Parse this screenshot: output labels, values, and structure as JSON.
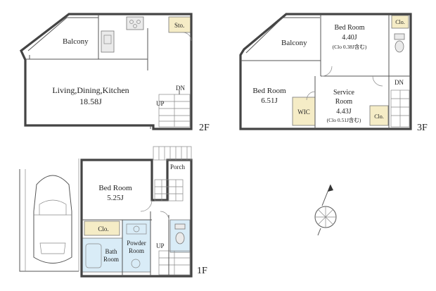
{
  "floors": {
    "f2": {
      "label": "2F",
      "rooms": {
        "balcony": "Balcony",
        "ldk": "Living,Dining,Kitchen",
        "ldk_size": "18.58J",
        "storage": "Sto.",
        "up": "UP",
        "dn": "DN"
      }
    },
    "f3": {
      "label": "3F",
      "rooms": {
        "balcony": "Balcony",
        "bedroom_a": "Bed Room",
        "bedroom_a_size": "4.40J",
        "bedroom_a_note": "(Clo 0.38J含む)",
        "bedroom_b": "Bed Room",
        "bedroom_b_size": "6.51J",
        "service": "Service",
        "service2": "Room",
        "service_size": "4.43J",
        "service_note": "(Clo 0.51J含む)",
        "wic": "WIC",
        "clo_top": "Clo.",
        "clo_bottom": "Clo.",
        "dn": "DN"
      }
    },
    "f1": {
      "label": "1F",
      "rooms": {
        "bedroom": "Bed Room",
        "bedroom_size": "5.25J",
        "clo": "Clo.",
        "bath": "Bath",
        "bath2": "Room",
        "powder": "Powder",
        "powder2": "Room",
        "porch": "Porch",
        "up": "UP"
      }
    }
  },
  "colors": {
    "wall": "#444444",
    "closet": "#f5ecc6",
    "wet_area": "#d9ecf7"
  },
  "icons": [
    "car-icon",
    "compass-icon",
    "stairs-icon",
    "toilet-icon",
    "sink-icon",
    "stove-icon",
    "bathtub-icon"
  ]
}
